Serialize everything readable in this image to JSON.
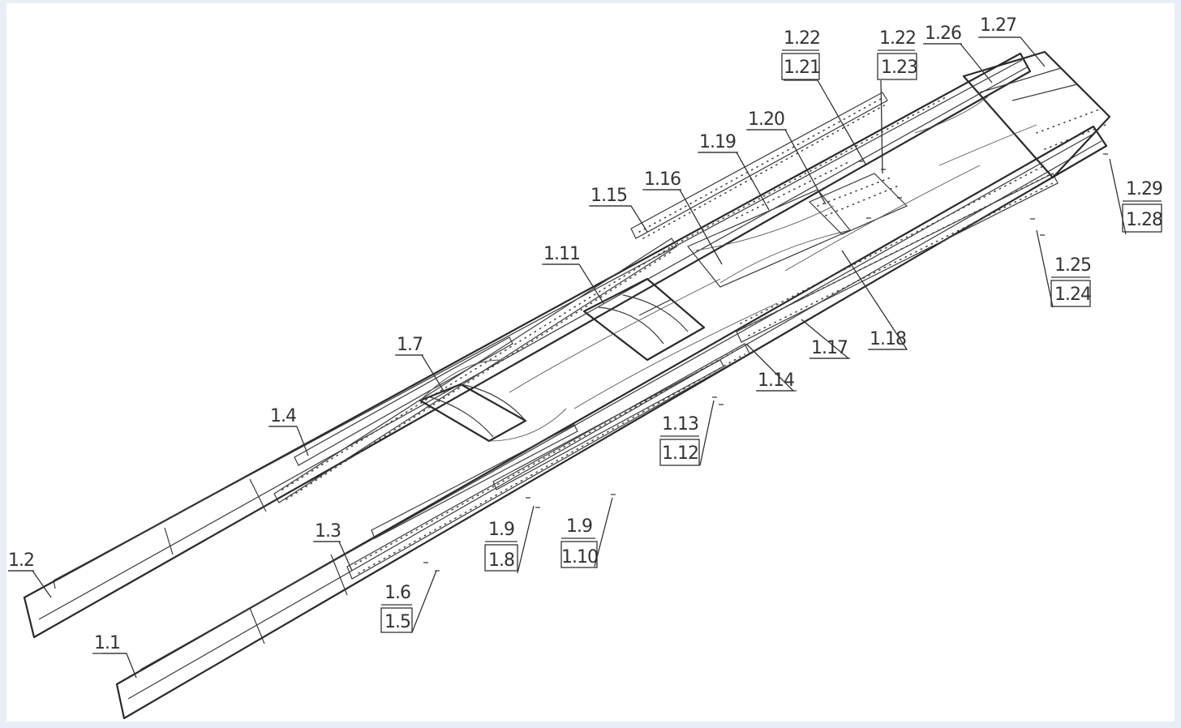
{
  "labels": {
    "l1_1": "1.1",
    "l1_2": "1.2",
    "l1_3": "1.3",
    "l1_4": "1.4",
    "l1_5": "1.5",
    "l1_6": "1.6",
    "l1_7": "1.7",
    "l1_8": "1.8",
    "l1_9a": "1.9",
    "l1_9b": "1.9",
    "l1_10": "1.10",
    "l1_11": "1.11",
    "l1_12": "1.12",
    "l1_13": "1.13",
    "l1_14": "1.14",
    "l1_15": "1.15",
    "l1_16": "1.16",
    "l1_17": "1.17",
    "l1_18": "1.18",
    "l1_19": "1.19",
    "l1_20": "1.20",
    "l1_21": "1.21",
    "l1_22a": "1.22",
    "l1_22b": "1.22",
    "l1_23": "1.23",
    "l1_24": "1.24",
    "l1_25": "1.25",
    "l1_26": "1.26",
    "l1_27": "1.27",
    "l1_28": "1.28",
    "l1_29": "1.29"
  },
  "colors": {
    "frame": "#e9eef6",
    "paper": "#ffffff",
    "ink": "#2a2a2a"
  }
}
